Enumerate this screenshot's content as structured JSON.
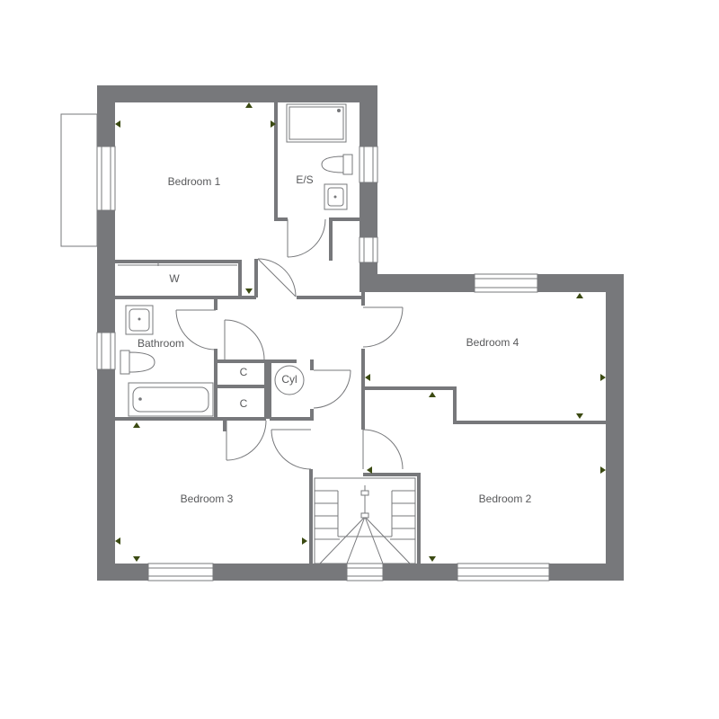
{
  "floorplan": {
    "rooms": {
      "bedroom1": "Bedroom 1",
      "ensuite": "E/S",
      "wardrobe": "W",
      "bathroom": "Bathroom",
      "bedroom4": "Bedroom 4",
      "cupboard1": "C",
      "cupboard2": "C",
      "cylinder": "Cyl",
      "bedroom3": "Bedroom 3",
      "bedroom2": "Bedroom 2"
    },
    "colors": {
      "wall": "#77787b",
      "text": "#58595b",
      "socket_marker": "#3b4a12"
    }
  }
}
